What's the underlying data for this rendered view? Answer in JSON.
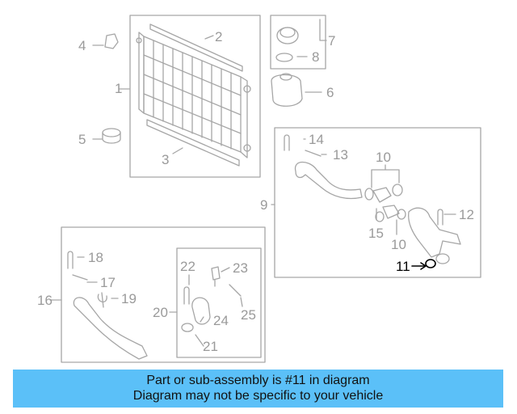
{
  "callouts": {
    "c1": "1",
    "c2": "2",
    "c3": "3",
    "c4": "4",
    "c5": "5",
    "c6": "6",
    "c7": "7",
    "c8": "8",
    "c9": "9",
    "c10a": "10",
    "c10b": "10",
    "c11": "11",
    "c12": "12",
    "c13": "13",
    "c14": "14",
    "c15": "15",
    "c16": "16",
    "c17": "17",
    "c18": "18",
    "c19": "19",
    "c20": "20",
    "c21": "21",
    "c22": "22",
    "c23": "23",
    "c24": "24",
    "c25": "25"
  },
  "highlighted_part": "11",
  "colors": {
    "line": "#a6a6a6",
    "highlight": "#000000",
    "banner": "#5bc0f8"
  },
  "footer": {
    "line1": "Part or sub-assembly is #11 in diagram",
    "line2": "Diagram may not be specific to your vehicle"
  }
}
